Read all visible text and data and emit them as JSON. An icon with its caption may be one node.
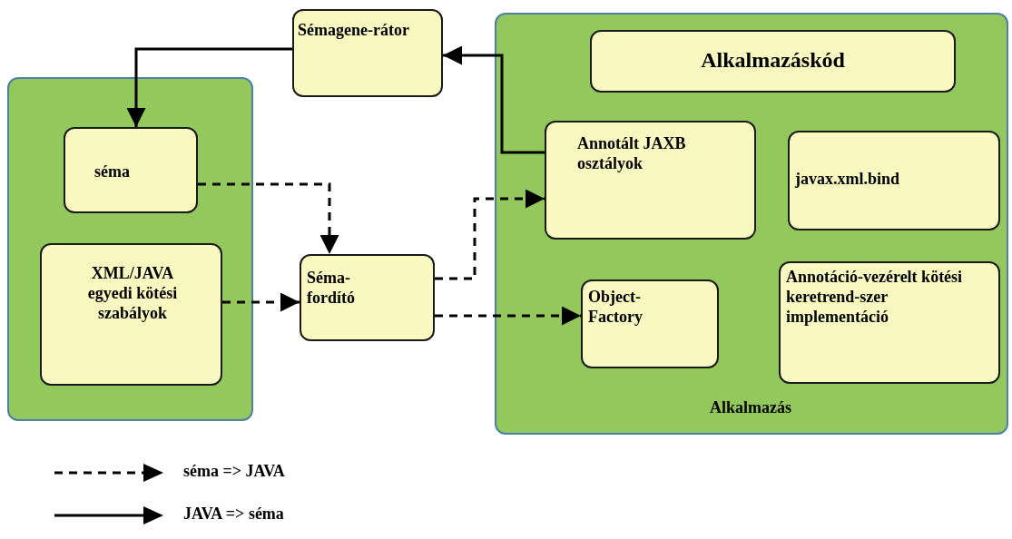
{
  "diagram": {
    "nodes": [
      {
        "text": [],
        "shape": "box"
      },
      {
        "text": [
          "séma"
        ],
        "in": 0
      },
      {
        "text": [
          "XML/JAVA egyedi kötési szabályok"
        ],
        "in": 0
      },
      {
        "text": [
          "Sémagene-rátor"
        ]
      },
      {
        "text": [
          "Séma-fordító"
        ]
      },
      {
        "text": [
          "Alkalmazás"
        ]
      },
      {
        "text": [
          "Alkalmazáskód"
        ],
        "in": 5
      },
      {
        "text": [
          "Annotált JAXB osztályok"
        ],
        "in": 5
      },
      {
        "text": [
          "javax.xml.bind"
        ],
        "in": 5
      },
      {
        "text": [
          "Object-Factory"
        ],
        "in": 5
      },
      {
        "text": [
          "Annotáció-vezérelt kötési keretrend-szer implementáció"
        ],
        "in": 5
      }
    ],
    "edges": [
      {
        "from": 7,
        "to": 3,
        "arrow": "to"
      },
      {
        "from": 3,
        "to": 1,
        "arrow": "to"
      },
      {
        "from": 1,
        "to": 4,
        "arrow": "to",
        "style": "dashed"
      },
      {
        "from": 2,
        "to": 4,
        "arrow": "to",
        "style": "dashed"
      },
      {
        "from": 4,
        "to": 7,
        "arrow": "to",
        "style": "dashed"
      },
      {
        "from": 4,
        "to": 9,
        "arrow": "to",
        "style": "dashed"
      }
    ],
    "legend": [
      {
        "text": "séma => JAVA"
      },
      {
        "text": "JAVA => séma"
      }
    ]
  }
}
